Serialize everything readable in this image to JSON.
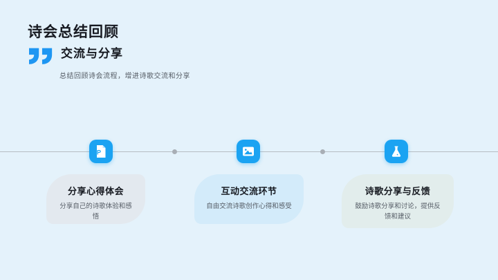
{
  "slide": {
    "title": "诗会总结回顾",
    "section_heading": "交流与分享",
    "section_subtitle": "总结回顾诗会流程，增进诗歌交流和分享"
  },
  "timeline": {
    "items": [
      {
        "icon": "ppt-file-icon",
        "title": "分享心得体会",
        "desc": "分享自己的诗歌体验和感悟",
        "card_bg": "#e3e9ef"
      },
      {
        "icon": "image-icon",
        "title": "互动交流环节",
        "desc": "自由交流诗歌创作心得和感受",
        "card_bg": "#d3ebfa"
      },
      {
        "icon": "flask-icon",
        "title": "诗歌分享与反馈",
        "desc": "鼓励诗歌分享和讨论，提供反馈和建议",
        "card_bg": "#e2edec"
      }
    ]
  },
  "colors": {
    "page_bg": "#e4f2fb",
    "accent": "#1ba3f2",
    "quote_blue": "#1e96f2",
    "title_text": "#171a21",
    "muted_text": "#565d66",
    "line_color": "#b5bcc3",
    "dot_color": "#a8aeb5"
  }
}
